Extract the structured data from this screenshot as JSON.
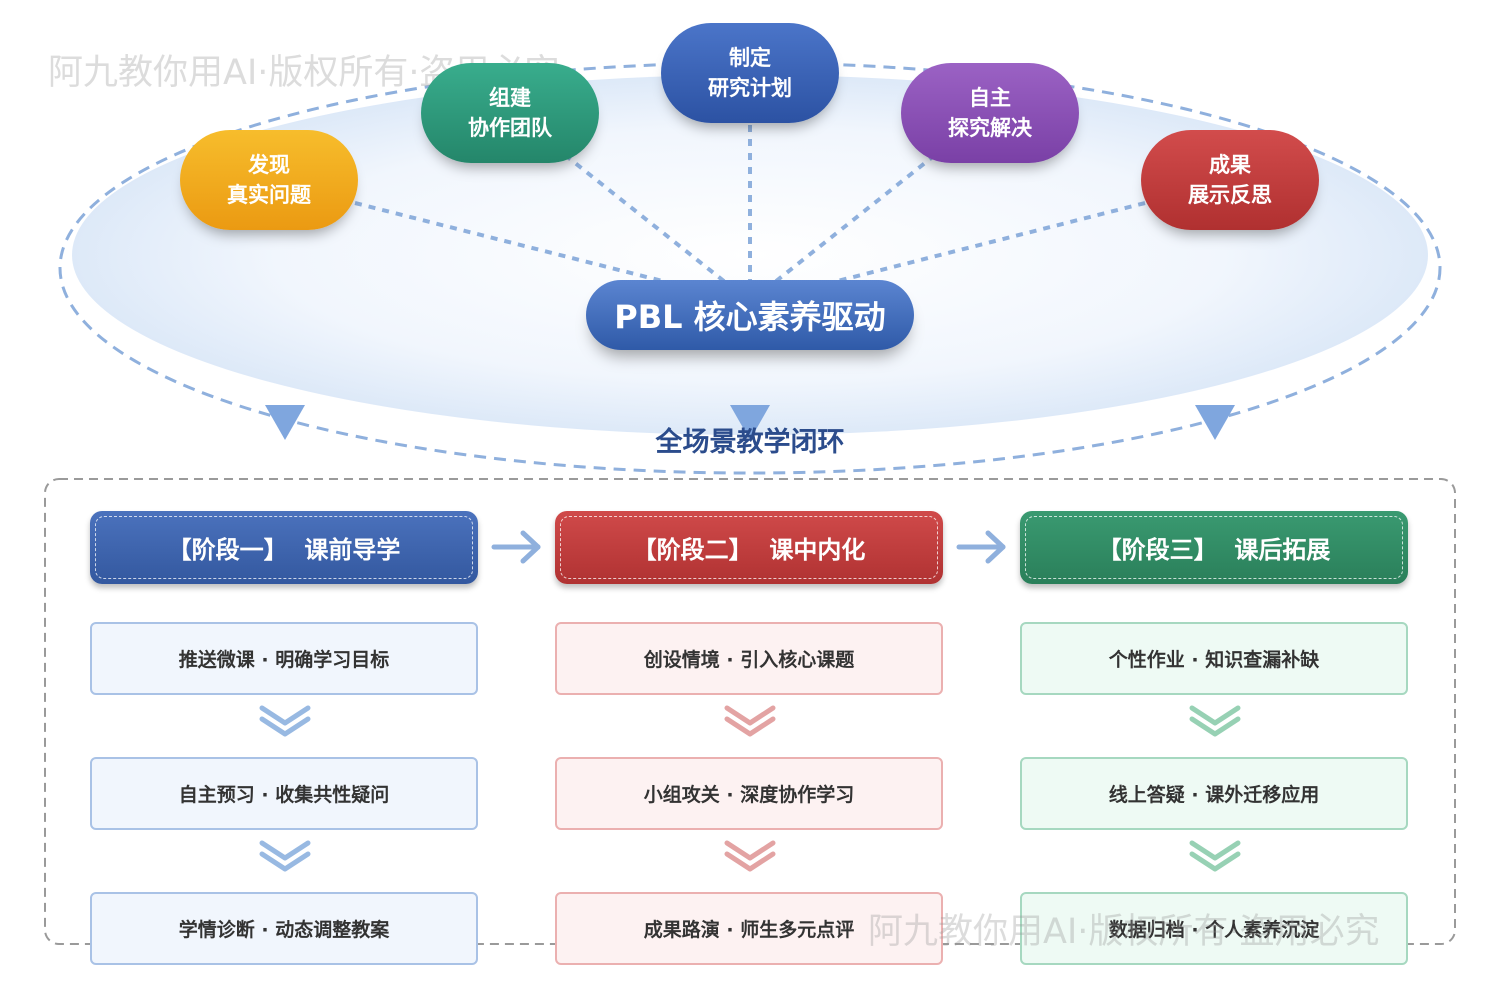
{
  "core": {
    "label": "PBL  核心素养驱动"
  },
  "nodes": [
    {
      "line1": "发现",
      "line2": "真实问题",
      "color": "#f2a51c"
    },
    {
      "line1": "组建",
      "line2": "协作团队",
      "color": "#2e9b7e"
    },
    {
      "line1": "制定",
      "line2": "研究计划",
      "color": "#3a63b8"
    },
    {
      "line1": "自主",
      "line2": "探究解决",
      "color": "#8a4fb5"
    },
    {
      "line1": "成果",
      "line2": "展示反思",
      "color": "#c23b3b"
    }
  ],
  "loop_title": "全场景教学闭环",
  "phases": [
    {
      "title": "【阶段一】  课前导学",
      "color": "#3d62ad",
      "steps": [
        "推送微课 · 明确学习目标",
        "自主预习 · 收集共性疑问",
        "学情诊断 · 动态调整教案"
      ]
    },
    {
      "title": "【阶段二】  课中内化",
      "color": "#c03c3c",
      "steps": [
        "创设情境 · 引入核心课题",
        "小组攻关 · 深度协作学习",
        "成果路演 · 师生多元点评"
      ]
    },
    {
      "title": "【阶段三】  课后拓展",
      "color": "#2f8a63",
      "steps": [
        "个性作业 · 知识查漏补缺",
        "线上答疑 · 课外迁移应用",
        "数据归档 · 个人素养沉淀"
      ]
    }
  ],
  "watermark": "阿九教你用AI·版权所有·盗用必究"
}
